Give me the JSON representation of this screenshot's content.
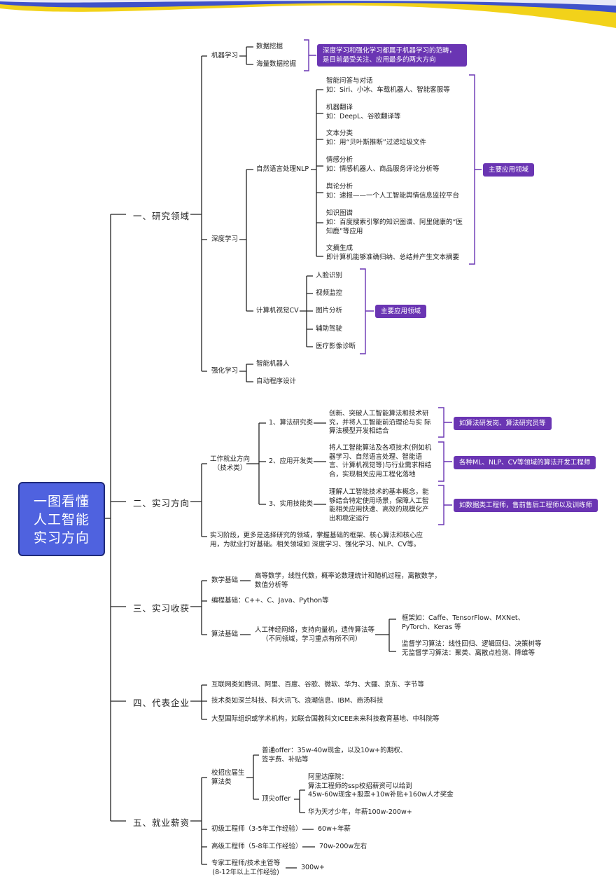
{
  "title": {
    "line1": "一图看懂",
    "line2": "人工智能",
    "line3": "实习方向"
  },
  "sections": {
    "s1": {
      "label": "一、研究领域",
      "ml": {
        "label": "机器学习",
        "items": [
          "数据挖掘",
          "海量数据挖掘"
        ],
        "note": "深度学习和强化学习都属于机器学习的范畴，是目前最受关注、应用最多的两大方向"
      },
      "dl": {
        "label": "深度学习",
        "nlp": {
          "label": "自然语言处理NLP",
          "items": [
            {
              "title": "智能问答与对话",
              "desc": "如：Siri、小冰、车载机器人、智能客服等"
            },
            {
              "title": "机器翻译",
              "desc": "如：DeepL、谷歌翻译等"
            },
            {
              "title": "文本分类",
              "desc": "如：用“贝叶斯推断”过滤垃圾文件"
            },
            {
              "title": "情感分析",
              "desc": "如：情感机器人、商品服务评论分析等"
            },
            {
              "title": "舆论分析",
              "desc": "如：速报——一个人工智能舆情信息监控平台"
            },
            {
              "title": "知识图谱",
              "desc": "如：百度搜索引擎的知识图谱、阿里健康的“医知鹿”等应用"
            },
            {
              "title": "文摘生成",
              "desc": "即计算机能够准确归纳、总结并产生文本摘要"
            }
          ],
          "note": "主要应用领域"
        },
        "cv": {
          "label": "计算机视觉CV",
          "items": [
            "人脸识别",
            "视频监控",
            "图片分析",
            "辅助驾驶",
            "医疗影像诊断"
          ],
          "note": "主要应用领域"
        }
      },
      "rl": {
        "label": "强化学习",
        "items": [
          "智能机器人",
          "自动程序设计"
        ]
      }
    },
    "s2": {
      "label": "二、实习方向",
      "job": {
        "line1": "工作就业方向",
        "line2": "（技术类）"
      },
      "kinds": [
        {
          "label": "1、算法研究类",
          "desc": "创新、突破人工智能算法和技术研究，并将人工智能前沿理论与实 际算法模型开发相结合",
          "note": "如算法研发岗、算法研究员等"
        },
        {
          "label": "2、应用开发类",
          "desc": "将人工智能算法及各项技术(例如机器学习、自然语言处理、智能语言、计算机视觉等)与行业需求相结合，实现相关应用工程化落地",
          "note": "各种ML、NLP、CV等领域的算法开发工程师"
        },
        {
          "label": "3、实用技能类",
          "desc": "理解人工智能技术的基本概念，能够结合特定使用场景，保障人工智能相关应用快速、高效的规模化产出和稳定运行",
          "note": "如数据类工程师，售前售后工程师以及训练师"
        }
      ],
      "summary": "实习阶段，更多是选择研究的领域，掌握基础的框架、核心算法和核心应用，为就业打好基础。相关领域如 深度学习、强化学习、NLP、CV等。"
    },
    "s3": {
      "label": "三、实习收获",
      "math": {
        "label": "数学基础",
        "desc": "高等数学，线性代数，概率论数理统计和随机过程，离散数学，数值分析等"
      },
      "code": {
        "label": "编程基础：C++、C、Java、Python等"
      },
      "algo": {
        "label": "算法基础",
        "line1": "人工神经网络，支持向量机，遗传算法等",
        "line2": "（不同领域，学习重点有所不同）",
        "fw1": "框架如：Caffe、TensorFlow、MXNet、",
        "fw2": "PyTorch、Keras 等",
        "sup": "监督学习算法：线性回归、逻辑回归、决策树等",
        "unsup": "无监督学习算法：聚类、离散点检测、降维等"
      }
    },
    "s4": {
      "label": "四、代表企业",
      "items": [
        "互联网类如腾讯、阿里、百度、谷歌、微软、华为、大疆、京东、字节等",
        "技术类如深兰科技、科大讯飞、浪潮信息、IBM、商汤科技",
        "大型国际组织或学术机构，如联合国教科文ICEE未来科技教育基地、中科院等"
      ]
    },
    "s5": {
      "label": "五、就业薪资",
      "campus": {
        "line1": "校招应届生",
        "line2": "算法类"
      },
      "normal": {
        "label": "普通offer：35w-40w现金，以及10w+的期权、",
        "label2": "签字费、补贴等"
      },
      "top": {
        "label": "顶尖offer",
        "ali1": "阿里达摩院：",
        "ali2": "算法工程师的ssp校招薪资可以给到",
        "ali3": "45w-60w现金+股票+10w补贴+160w人才奖金",
        "hw": "华为天才少年，年薪100w-200w+"
      },
      "junior": {
        "label": "初级工程师（3-5年工作经验）",
        "salary": "60w+年薪"
      },
      "senior": {
        "label": "高级工程师（5-8年工作经验）",
        "salary": "70w-200w左右"
      },
      "expert": {
        "line1": "专家工程师/技术主管等",
        "line2": "(8-12年以上工作经验)",
        "salary": "300w+"
      }
    }
  },
  "colors": {
    "accent": "#6a35b3",
    "title_bg": "#4f62df",
    "banner_yellow": "#f2d21a",
    "banner_blue": "#3f52c9"
  }
}
